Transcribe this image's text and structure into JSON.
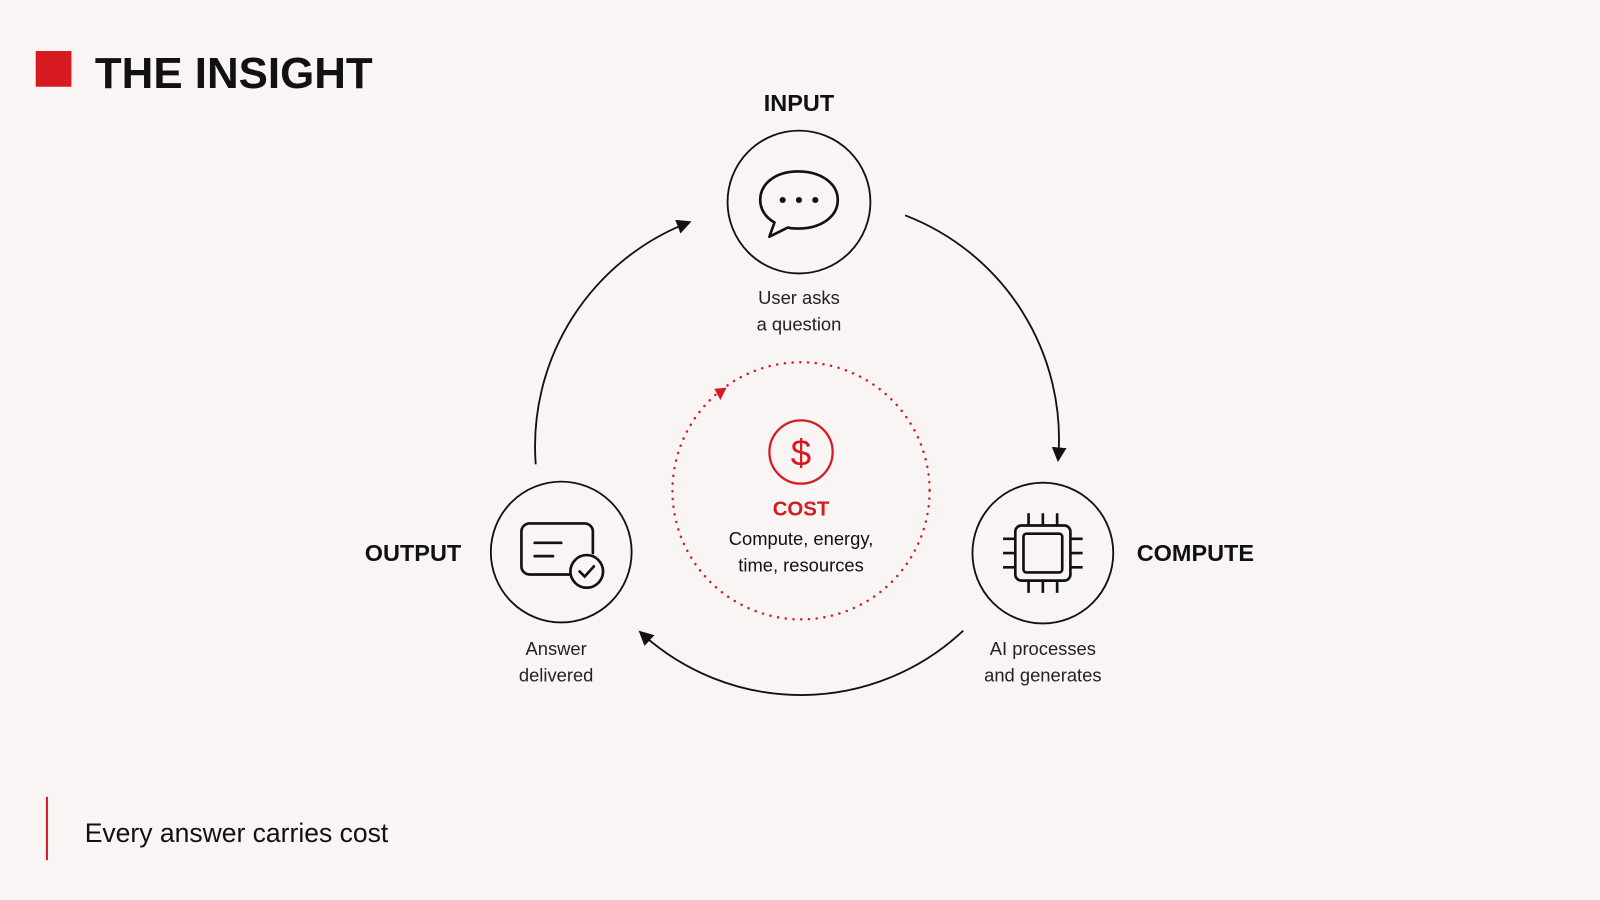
{
  "title": "THE INSIGHT",
  "accent": "#d71920",
  "nodes": {
    "input": {
      "label": "INPUT",
      "desc1": "User asks",
      "desc2": "a question",
      "icon": "chat-bubble-icon"
    },
    "compute": {
      "label": "COMPUTE",
      "desc1": "AI processes",
      "desc2": "and generates",
      "icon": "chip-icon"
    },
    "output": {
      "label": "OUTPUT",
      "desc1": "Answer",
      "desc2": "delivered",
      "icon": "document-check-icon"
    }
  },
  "center": {
    "label": "COST",
    "desc1": "Compute, energy,",
    "desc2": "time, resources",
    "icon": "dollar-icon"
  },
  "footer": "Every answer carries cost"
}
